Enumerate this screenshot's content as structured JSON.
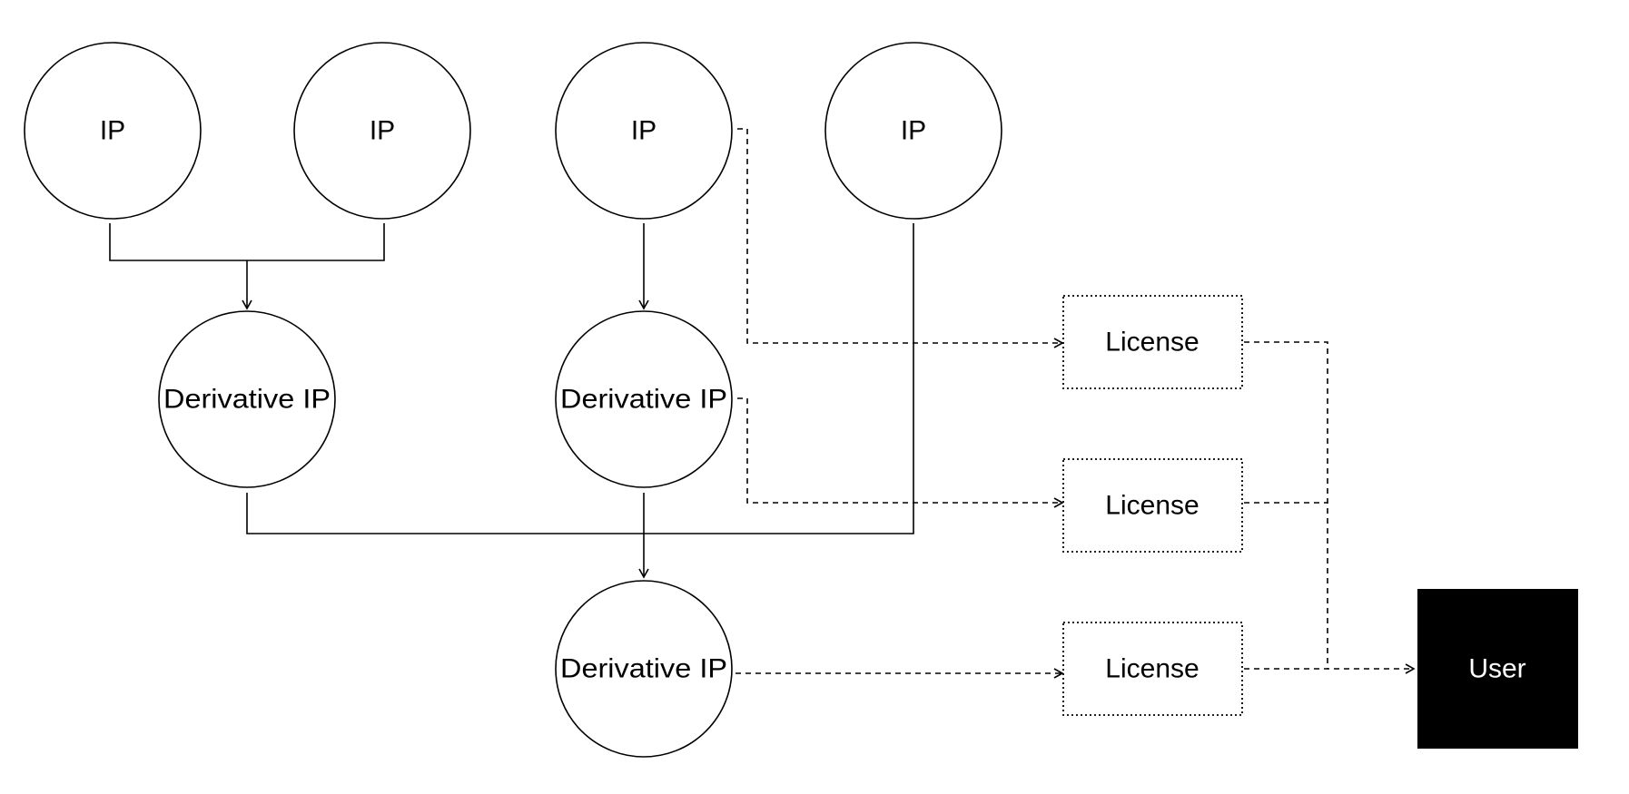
{
  "ip_nodes": [
    {
      "label": "IP"
    },
    {
      "label": "IP"
    },
    {
      "label": "IP"
    },
    {
      "label": "IP"
    }
  ],
  "derivative_nodes": [
    {
      "label": "Derivative IP"
    },
    {
      "label": "Derivative IP"
    },
    {
      "label": "Derivative IP"
    }
  ],
  "licenses": [
    {
      "label": "License"
    },
    {
      "label": "License"
    },
    {
      "label": "License"
    }
  ],
  "user": {
    "label": "User"
  },
  "colors": {
    "stroke": "#000000",
    "background": "#ffffff",
    "user_fill": "#000000",
    "user_text": "#ffffff"
  },
  "relations": {
    "derivation": [
      {
        "from": "ip_nodes.0",
        "to": "derivative_nodes.0"
      },
      {
        "from": "ip_nodes.1",
        "to": "derivative_nodes.0"
      },
      {
        "from": "ip_nodes.2",
        "to": "derivative_nodes.1"
      },
      {
        "from": "derivative_nodes.0",
        "to": "derivative_nodes.2"
      },
      {
        "from": "derivative_nodes.1",
        "to": "derivative_nodes.2"
      },
      {
        "from": "ip_nodes.3",
        "to": "derivative_nodes.2"
      }
    ],
    "licensing": [
      {
        "from": "ip_nodes.2",
        "to": "licenses.0"
      },
      {
        "from": "derivative_nodes.1",
        "to": "licenses.1"
      },
      {
        "from": "derivative_nodes.2",
        "to": "licenses.2"
      },
      {
        "from": "licenses.0",
        "to": "user"
      },
      {
        "from": "licenses.1",
        "to": "user"
      },
      {
        "from": "licenses.2",
        "to": "user"
      }
    ]
  }
}
